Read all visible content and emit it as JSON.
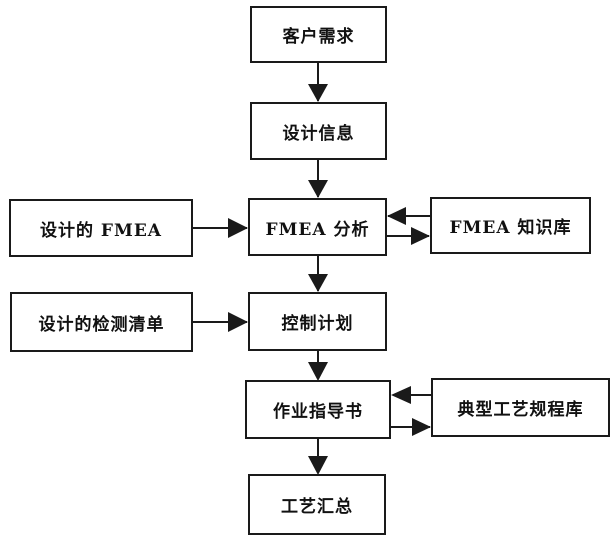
{
  "diagram": {
    "type": "flowchart",
    "nodes": {
      "customer": {
        "label": "客户需求"
      },
      "design_info": {
        "label": "设计信息"
      },
      "fmea_analysis": {
        "label": "FMEA 分析"
      },
      "design_fmea": {
        "label": "设计的 FMEA"
      },
      "fmea_kb": {
        "label": "FMEA 知识库"
      },
      "control_plan": {
        "label": "控制计划"
      },
      "design_checklist": {
        "label": "设计的检测清单"
      },
      "work_instruction": {
        "label": "作业指导书"
      },
      "process_library": {
        "label": "典型工艺规程库"
      },
      "process_summary": {
        "label": "工艺汇总"
      }
    },
    "edges": [
      {
        "from": "customer",
        "to": "design_info"
      },
      {
        "from": "design_info",
        "to": "fmea_analysis"
      },
      {
        "from": "design_fmea",
        "to": "fmea_analysis"
      },
      {
        "from": "fmea_kb",
        "to": "fmea_analysis"
      },
      {
        "from": "fmea_analysis",
        "to": "fmea_kb"
      },
      {
        "from": "fmea_analysis",
        "to": "control_plan"
      },
      {
        "from": "design_checklist",
        "to": "control_plan"
      },
      {
        "from": "control_plan",
        "to": "work_instruction"
      },
      {
        "from": "process_library",
        "to": "work_instruction"
      },
      {
        "from": "work_instruction",
        "to": "process_library"
      },
      {
        "from": "work_instruction",
        "to": "process_summary"
      }
    ],
    "colors": {
      "stroke": "#1a1a1a",
      "background": "#ffffff"
    }
  }
}
